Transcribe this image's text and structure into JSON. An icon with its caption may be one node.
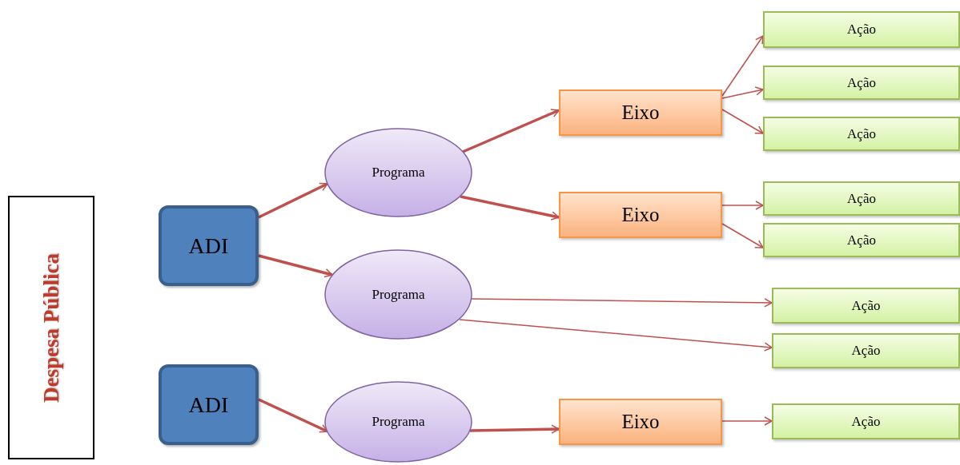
{
  "diagram": {
    "nodes": [
      {
        "text": [
          "Despesa Pública"
        ]
      },
      {
        "text": [
          "ADI"
        ]
      },
      {
        "text": [
          "ADI"
        ]
      },
      {
        "text": [
          "Programa"
        ]
      },
      {
        "text": [
          "Programa"
        ]
      },
      {
        "text": [
          "Programa"
        ]
      },
      {
        "text": [
          "Eixo"
        ]
      },
      {
        "text": [
          "Eixo"
        ]
      },
      {
        "text": [
          "Eixo"
        ]
      },
      {
        "text": [
          "Ação"
        ]
      },
      {
        "text": [
          "Ação"
        ]
      },
      {
        "text": [
          "Ação"
        ]
      },
      {
        "text": [
          "Ação"
        ]
      },
      {
        "text": [
          "Ação"
        ]
      },
      {
        "text": [
          "Ação"
        ]
      },
      {
        "text": [
          "Ação"
        ]
      },
      {
        "text": [
          "Ação"
        ]
      }
    ],
    "edges": [
      {
        "from": 1,
        "to": 3,
        "arrow": "to",
        "style": "thick"
      },
      {
        "from": 1,
        "to": 4,
        "arrow": "to",
        "style": "thick"
      },
      {
        "from": 2,
        "to": 5,
        "arrow": "to",
        "style": "thick"
      },
      {
        "from": 3,
        "to": 6,
        "arrow": "to",
        "style": "thick"
      },
      {
        "from": 3,
        "to": 7,
        "arrow": "to",
        "style": "thick"
      },
      {
        "from": 5,
        "to": 8,
        "arrow": "to",
        "style": "thick"
      },
      {
        "from": 6,
        "to": 9,
        "arrow": "to"
      },
      {
        "from": 6,
        "to": 10,
        "arrow": "to"
      },
      {
        "from": 6,
        "to": 11,
        "arrow": "to"
      },
      {
        "from": 7,
        "to": 12,
        "arrow": "to"
      },
      {
        "from": 7,
        "to": 13,
        "arrow": "to"
      },
      {
        "from": 4,
        "to": 14,
        "arrow": "to"
      },
      {
        "from": 4,
        "to": 15,
        "arrow": "to"
      },
      {
        "from": 8,
        "to": 16,
        "arrow": "to"
      }
    ]
  }
}
